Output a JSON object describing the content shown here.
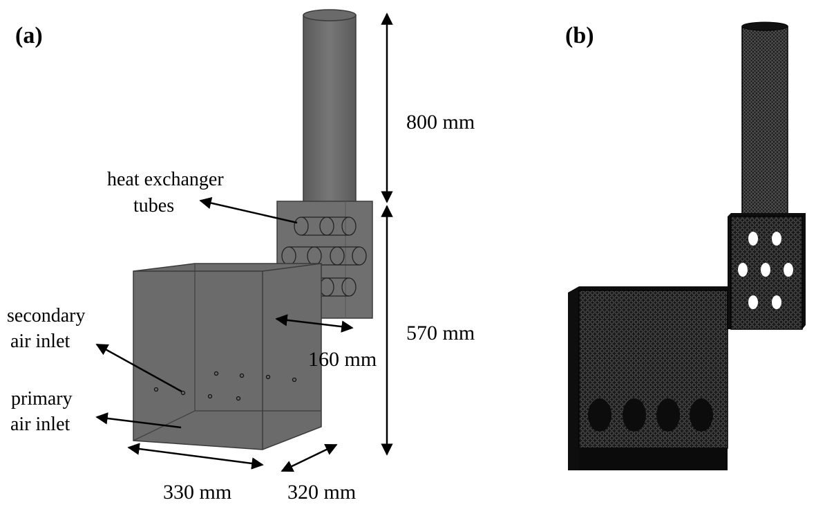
{
  "panels": {
    "a": {
      "label": "(a)"
    },
    "b": {
      "label": "(b)"
    }
  },
  "labels": {
    "heat_exchanger_line1": "heat exchanger",
    "heat_exchanger_line2": "tubes",
    "secondary_line1": "secondary",
    "secondary_line2": "air inlet",
    "primary_line1": "primary",
    "primary_line2": "air inlet"
  },
  "dimensions": {
    "chimney_height": "800 mm",
    "body_height": "570 mm",
    "hx_width": "160 mm",
    "box_width": "330 mm",
    "box_depth": "320 mm"
  },
  "colors": {
    "model_fill": "#6b6b6b",
    "model_edge": "#3a3a3a",
    "mesh_fill": "#1c1c1c"
  }
}
